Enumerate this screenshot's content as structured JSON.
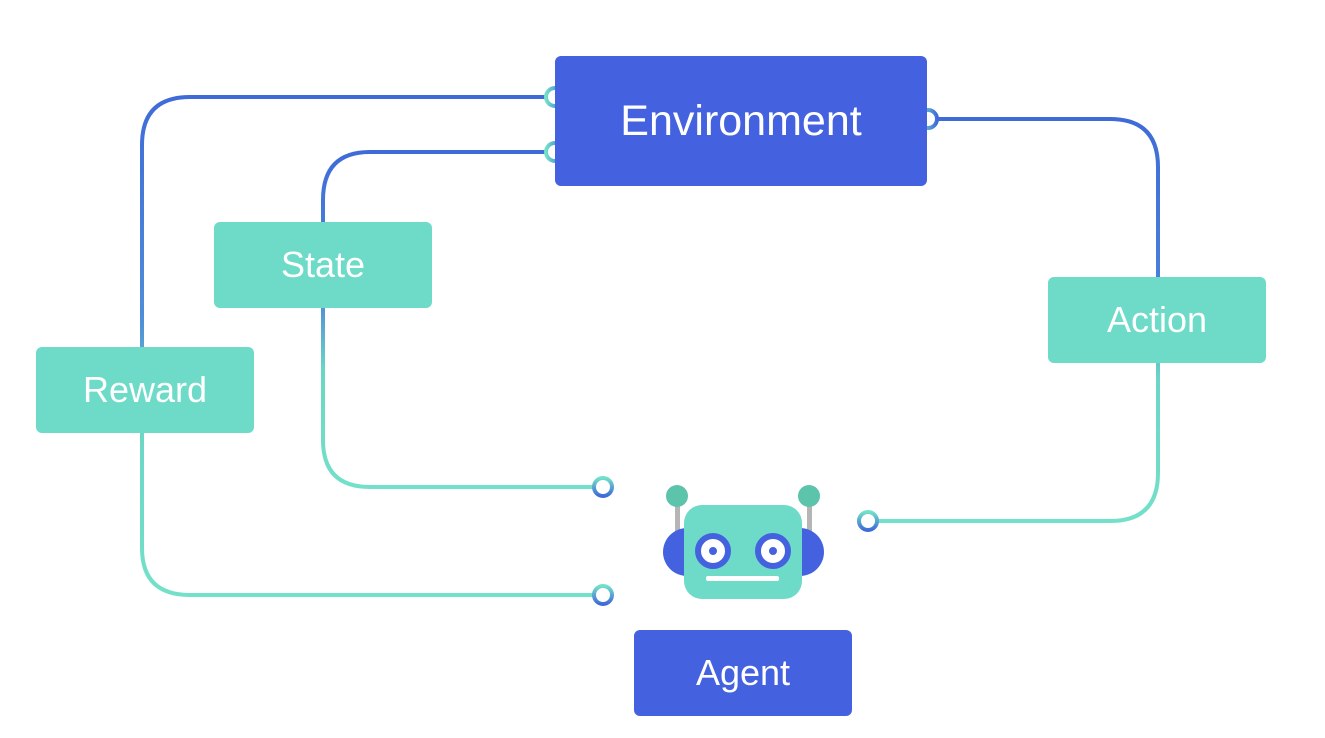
{
  "diagram": {
    "title": "Reinforcement learning loop",
    "nodes": {
      "environment": {
        "label": "Environment"
      },
      "agent": {
        "label": "Agent"
      },
      "state": {
        "label": "State"
      },
      "reward": {
        "label": "Reward"
      },
      "action": {
        "label": "Action"
      }
    },
    "edges": [
      {
        "from": "environment",
        "to": "agent",
        "via": "reward"
      },
      {
        "from": "environment",
        "to": "agent",
        "via": "state"
      },
      {
        "from": "agent",
        "to": "environment",
        "via": "action"
      }
    ],
    "colors": {
      "primary_blue": "#4462e0",
      "wire_blue": "#3f6bd8",
      "teal": "#6ddbc8",
      "wire_teal": "#73e0c9",
      "robot_antenna": "#5cc4ab",
      "robot_antenna_stem": "#b5b5b5"
    },
    "icons": {
      "agent": "robot-icon"
    }
  }
}
